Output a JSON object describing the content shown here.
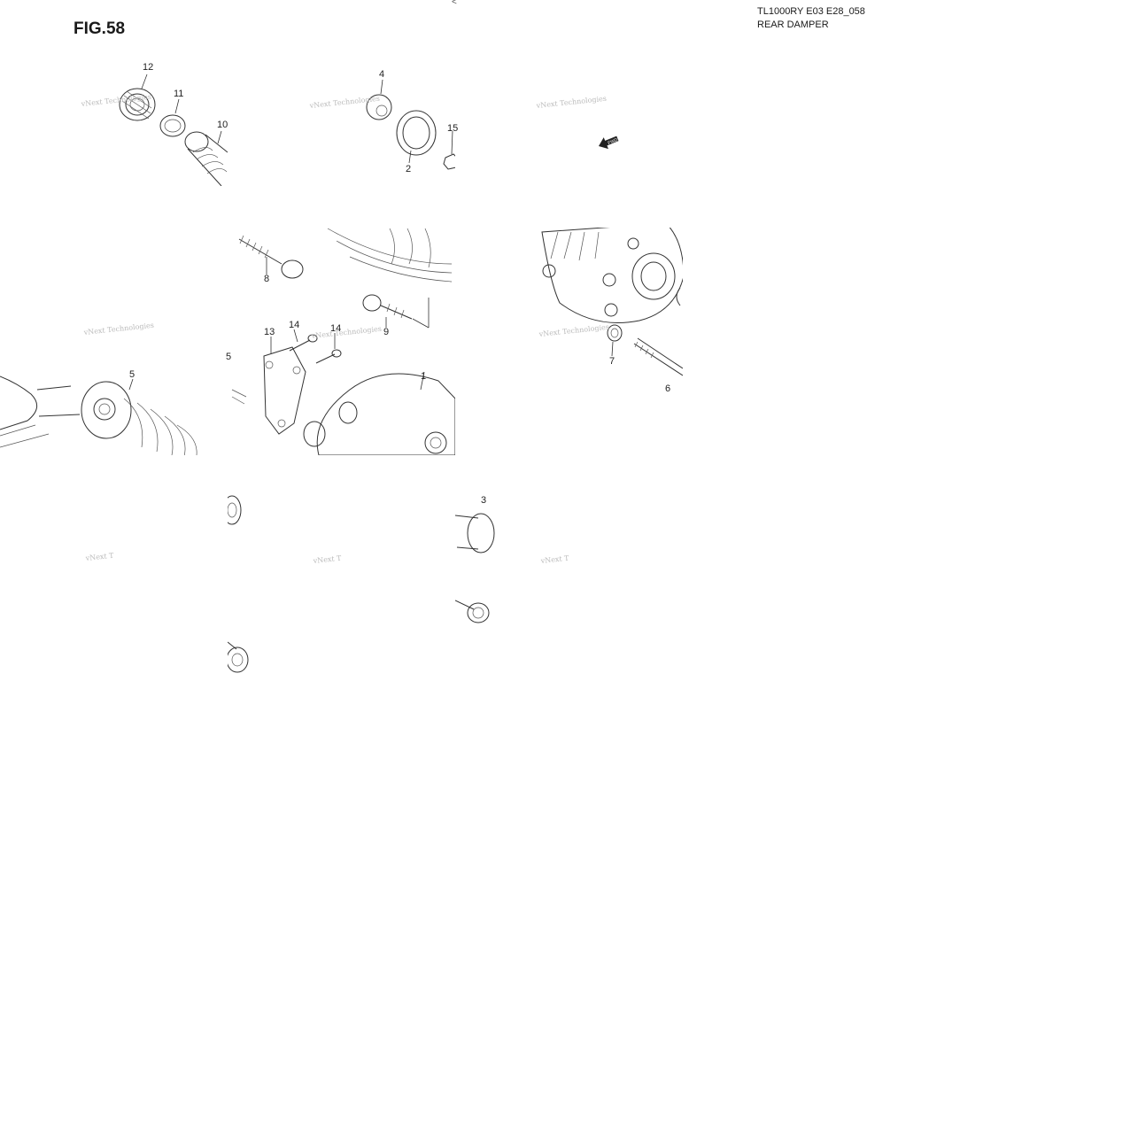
{
  "header": {
    "figure_number": "FIG.58",
    "model_code": "TL1000RY E03 E28_058",
    "section_title": "REAR DAMPER",
    "caret": "<"
  },
  "callouts": [
    {
      "id": "c12",
      "label": "12"
    },
    {
      "id": "c11",
      "label": "11"
    },
    {
      "id": "c10",
      "label": "10"
    },
    {
      "id": "c4",
      "label": "4"
    },
    {
      "id": "c15",
      "label": "15"
    },
    {
      "id": "c2",
      "label": "2"
    },
    {
      "id": "c8",
      "label": "8"
    },
    {
      "id": "c9",
      "label": "9"
    },
    {
      "id": "c14a",
      "label": "14"
    },
    {
      "id": "c14b",
      "label": "14"
    },
    {
      "id": "c13",
      "label": "13"
    },
    {
      "id": "c5a",
      "label": "5"
    },
    {
      "id": "c5b",
      "label": "5"
    },
    {
      "id": "c1",
      "label": "1"
    },
    {
      "id": "c7",
      "label": "7"
    },
    {
      "id": "c6",
      "label": "6"
    },
    {
      "id": "c3",
      "label": "3"
    }
  ],
  "watermark": {
    "full_text": "vNext Technologies",
    "clipped_text": "vNext T"
  },
  "icons": {
    "front_arrow": "front-direction-arrow-icon",
    "front_arrow_label": "FWD"
  }
}
